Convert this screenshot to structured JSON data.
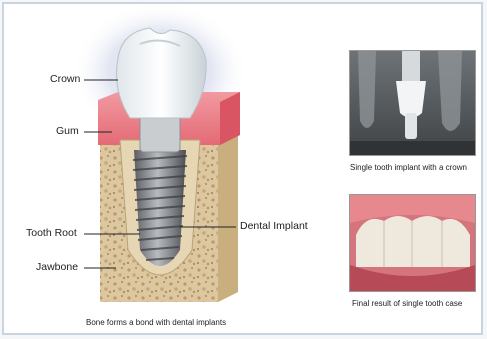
{
  "diagram": {
    "labels": {
      "crown": "Crown",
      "gum": "Gum",
      "tooth_root": "Tooth Root",
      "jawbone": "Jawbone",
      "dental_implant": "Dental Implant"
    },
    "caption": "Bone forms a bond with dental implants"
  },
  "photos": {
    "xray": {
      "caption": "Single tooth implant with a crown"
    },
    "result": {
      "caption": "Final result of single tooth case"
    }
  },
  "colors": {
    "gum": "#e9717a",
    "bone": "#d9c39c",
    "implant": "#7d7f82",
    "crown": "#eef3f6",
    "xray_bg": "#5b5f62"
  }
}
